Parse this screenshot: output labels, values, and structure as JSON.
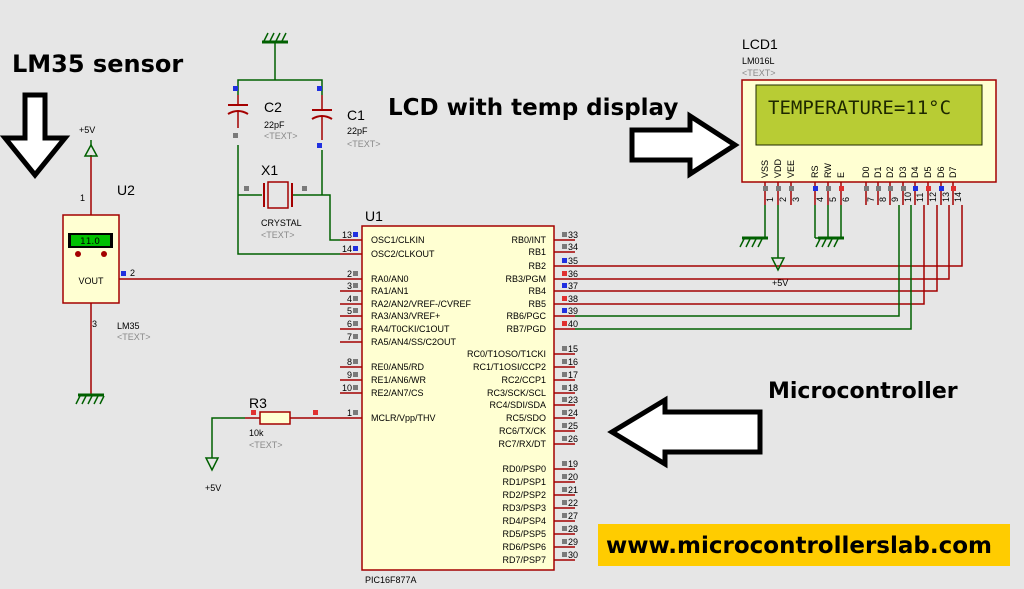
{
  "annotations": {
    "sensor": "LM35 sensor",
    "lcd": "LCD with temp display",
    "mcu": "Microcontroller",
    "website": "www.microcontrollerslab.com"
  },
  "colors": {
    "background": "#e6e6e6",
    "wire": "#a40000",
    "ground_wire": "#006000",
    "lcd_screen": "#b8cc34",
    "website_bg": "#ffcc00"
  },
  "sensor": {
    "ref": "U2",
    "model": "LM35",
    "text_tag": "<TEXT>",
    "display": "11.0",
    "output_label": "VOUT",
    "supply": "+5V",
    "pins": [
      "1",
      "2",
      "3"
    ]
  },
  "crystal": {
    "ref": "X1",
    "name": "CRYSTAL",
    "text_tag": "<TEXT>"
  },
  "capacitors": [
    {
      "ref": "C2",
      "value": "22pF",
      "text_tag": "<TEXT>"
    },
    {
      "ref": "C1",
      "value": "22pF",
      "text_tag": "<TEXT>"
    }
  ],
  "resistor": {
    "ref": "R3",
    "value": "10k",
    "text_tag": "<TEXT>",
    "supply": "+5V"
  },
  "lcd": {
    "ref": "LCD1",
    "model": "LM016L",
    "text_tag": "<TEXT>",
    "screen_text": "TEMPERATURE=11°C",
    "pin_names": [
      "VSS",
      "VDD",
      "VEE",
      "RS",
      "RW",
      "E",
      "D0",
      "D1",
      "D2",
      "D3",
      "D4",
      "D5",
      "D6",
      "D7"
    ],
    "pin_numbers": [
      "1",
      "2",
      "3",
      "4",
      "5",
      "6",
      "7",
      "8",
      "9",
      "10",
      "11",
      "12",
      "13",
      "14"
    ],
    "supply": "+5V"
  },
  "mcu": {
    "ref": "U1",
    "model": "PIC16F877A",
    "left_pins": [
      {
        "num": "13",
        "name": "OSC1/CLKIN"
      },
      {
        "num": "14",
        "name": "OSC2/CLKOUT"
      },
      {
        "num": "2",
        "name": "RA0/AN0"
      },
      {
        "num": "3",
        "name": "RA1/AN1"
      },
      {
        "num": "4",
        "name": "RA2/AN2/VREF-/CVREF"
      },
      {
        "num": "5",
        "name": "RA3/AN3/VREF+"
      },
      {
        "num": "6",
        "name": "RA4/T0CKI/C1OUT"
      },
      {
        "num": "7",
        "name": "RA5/AN4/SS/C2OUT"
      },
      {
        "num": "8",
        "name": "RE0/AN5/RD"
      },
      {
        "num": "9",
        "name": "RE1/AN6/WR"
      },
      {
        "num": "10",
        "name": "RE2/AN7/CS"
      },
      {
        "num": "1",
        "name": "MCLR/Vpp/THV"
      }
    ],
    "right_pins": [
      {
        "num": "33",
        "name": "RB0/INT"
      },
      {
        "num": "34",
        "name": "RB1"
      },
      {
        "num": "35",
        "name": "RB2"
      },
      {
        "num": "36",
        "name": "RB3/PGM"
      },
      {
        "num": "37",
        "name": "RB4"
      },
      {
        "num": "38",
        "name": "RB5"
      },
      {
        "num": "39",
        "name": "RB6/PGC"
      },
      {
        "num": "40",
        "name": "RB7/PGD"
      },
      {
        "num": "15",
        "name": "RC0/T1OSO/T1CKI"
      },
      {
        "num": "16",
        "name": "RC1/T1OSI/CCP2"
      },
      {
        "num": "17",
        "name": "RC2/CCP1"
      },
      {
        "num": "18",
        "name": "RC3/SCK/SCL"
      },
      {
        "num": "23",
        "name": "RC4/SDI/SDA"
      },
      {
        "num": "24",
        "name": "RC5/SDO"
      },
      {
        "num": "25",
        "name": "RC6/TX/CK"
      },
      {
        "num": "26",
        "name": "RC7/RX/DT"
      },
      {
        "num": "19",
        "name": "RD0/PSP0"
      },
      {
        "num": "20",
        "name": "RD1/PSP1"
      },
      {
        "num": "21",
        "name": "RD2/PSP2"
      },
      {
        "num": "22",
        "name": "RD3/PSP3"
      },
      {
        "num": "27",
        "name": "RD4/PSP4"
      },
      {
        "num": "28",
        "name": "RD5/PSP5"
      },
      {
        "num": "29",
        "name": "RD6/PSP6"
      },
      {
        "num": "30",
        "name": "RD7/PSP7"
      }
    ]
  }
}
